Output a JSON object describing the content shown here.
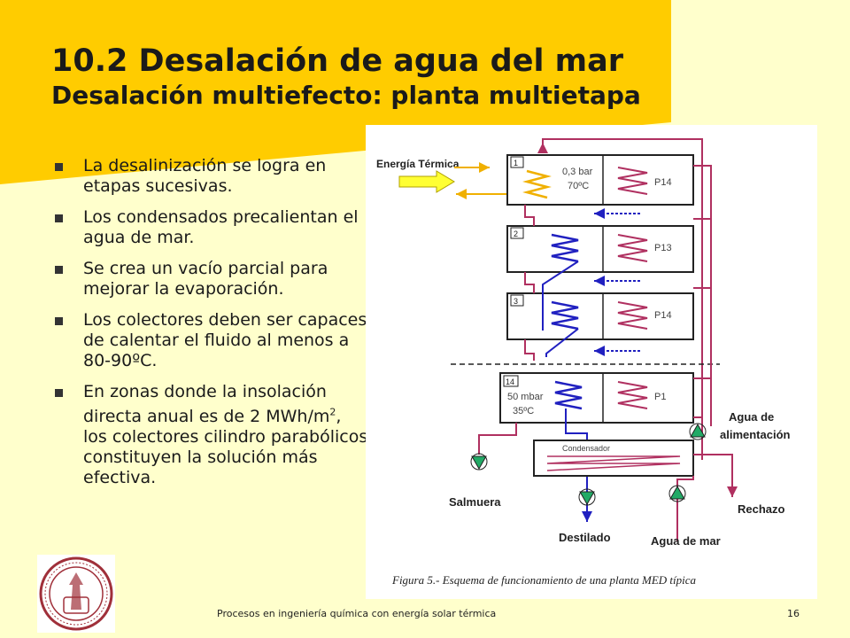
{
  "slide": {
    "title_line1": "10.2  Desalación de agua del mar",
    "title_line2": "Desalación multiefecto: planta multietapa",
    "bullets": [
      "La desalinización se logra en etapas sucesivas.",
      "Los condensados precalientan el agua de mar.",
      "Se crea un vacío parcial para mejorar la evaporación.",
      "Los colectores deben ser capaces de calentar el fluido al menos a 80-90ºC."
    ],
    "bullet5_pre": "En zonas donde la insolación directa anual es de 2 MWh/m",
    "bullet5_sup": "2",
    "bullet5_post": ", los colectores cilindro parabólicos constituyen la solución más efectiva.",
    "footer": "Procesos en ingeniería química con energía solar térmica",
    "page_number": "16",
    "colors": {
      "background": "#ffffcc",
      "title_block": "#ffcc00",
      "warm_coil": "#b03060",
      "cold_coil": "#2020c0",
      "heat_coil": "#f0b000"
    }
  },
  "diagram": {
    "energy_label": "Energía Térmica",
    "stage1": {
      "number": "1",
      "pressure": "0,3 bar",
      "temperature": "70ºC",
      "label": "P14"
    },
    "stage2": {
      "number": "2",
      "label": "P13"
    },
    "stage3": {
      "number": "3",
      "label": "P14"
    },
    "stage14": {
      "number": "14",
      "pressure": "50 mbar",
      "temperature": "35ºC",
      "label": "P1"
    },
    "condenser_label": "Condensador",
    "feed_label_line1": "Agua de",
    "feed_label_line2": "alimentación",
    "brine_label": "Salmuera",
    "reject_label": "Rechazo",
    "distillate_label": "Destilado",
    "seawater_label": "Agua de mar",
    "caption": "Figura 5.- Esquema de funcionamiento de una planta MED típica"
  }
}
